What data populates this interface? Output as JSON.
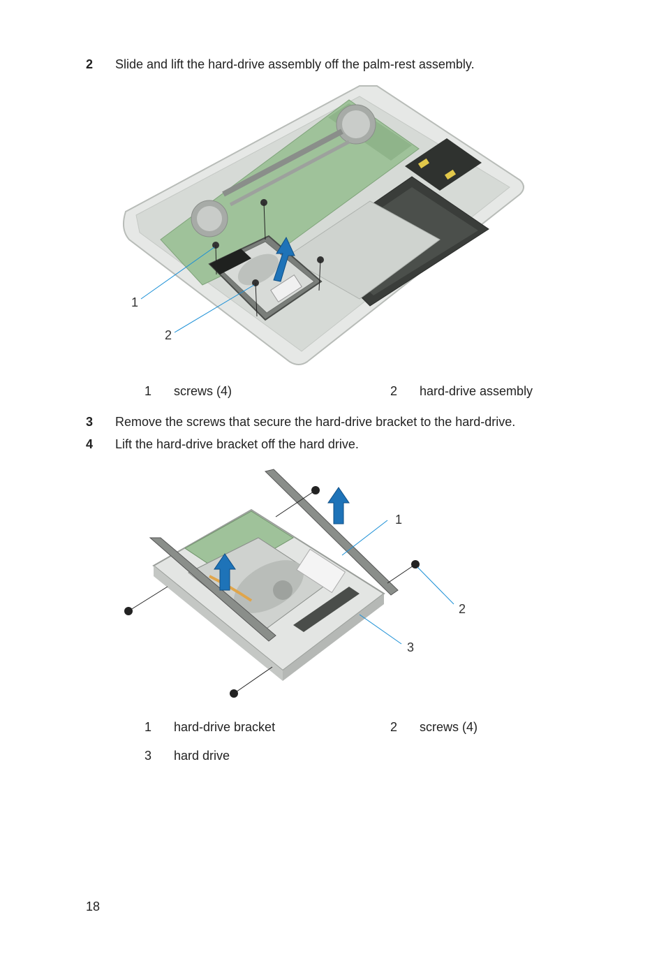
{
  "steps": [
    {
      "num": "2",
      "text": "Slide and lift the hard-drive assembly off the palm-rest assembly."
    },
    {
      "num": "3",
      "text": "Remove the screws that secure the hard-drive bracket to the hard-drive."
    },
    {
      "num": "4",
      "text": "Lift the hard-drive bracket off the hard drive."
    }
  ],
  "figure1": {
    "callouts": [
      "1",
      "2"
    ],
    "legend": [
      {
        "num": "1",
        "label": "screws (4)"
      },
      {
        "num": "2",
        "label": "hard-drive assembly"
      }
    ]
  },
  "figure2": {
    "callouts": [
      "1",
      "2",
      "3"
    ],
    "legend": [
      {
        "num": "1",
        "label": "hard-drive bracket"
      },
      {
        "num": "2",
        "label": "screws (4)"
      },
      {
        "num": "3",
        "label": "hard drive"
      }
    ]
  },
  "page_number": "18",
  "colors": {
    "accent": "#1a8fd6",
    "arrow": "#1e73b8"
  }
}
